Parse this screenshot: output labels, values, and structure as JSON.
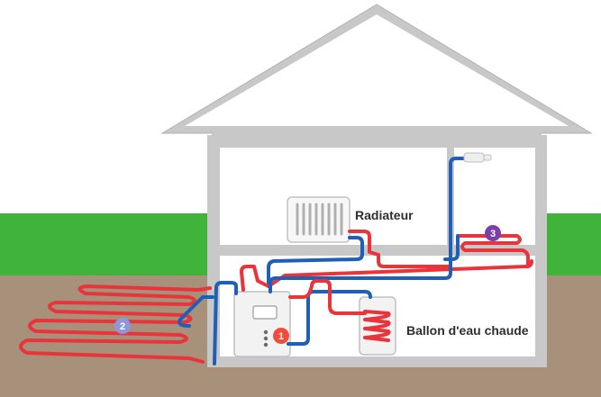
{
  "labels": {
    "radiator": "Radiateur",
    "water_tank": "Ballon d'eau chaude"
  },
  "badges": [
    {
      "id": "heat-pump-badge",
      "number": "1",
      "color": "#ef4d3c"
    },
    {
      "id": "ground-collector-badge",
      "number": "2",
      "color": "#8f96dc"
    },
    {
      "id": "floor-heating-badge",
      "number": "3",
      "color": "#7a3fa8"
    }
  ],
  "colors": {
    "hot_pipe": "#e8343a",
    "cold_pipe": "#1f5fb8",
    "grass": "#3fb33a",
    "soil": "#a8917a",
    "house_wall": "#c8c8c8",
    "interior": "#ffffff"
  }
}
